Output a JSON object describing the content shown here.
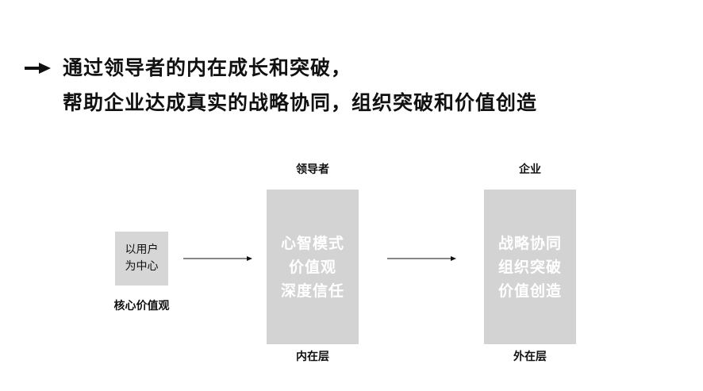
{
  "headline": {
    "arrow_icon": "right-arrow-icon",
    "line1": "通过领导者的内在成长和突破，",
    "line2": "帮助企业达成真实的战略协同，组织突破和价值创造"
  },
  "diagram": {
    "user_node": {
      "line1": "以用户",
      "line2": "为中心",
      "caption": "核心价值观"
    },
    "leader_node": {
      "top_label": "领导者",
      "items": [
        "心智模式",
        "价值观",
        "深度信任"
      ],
      "bottom_label": "内在层"
    },
    "enterprise_node": {
      "top_label": "企业",
      "items": [
        "战略协同",
        "组织突破",
        "价值创造"
      ],
      "bottom_label": "外在层"
    },
    "colors": {
      "box_fill": "#d6d6d6",
      "panel_fill": "#d3d3d3",
      "panel_text": "#ffffff",
      "text": "#111111"
    }
  }
}
